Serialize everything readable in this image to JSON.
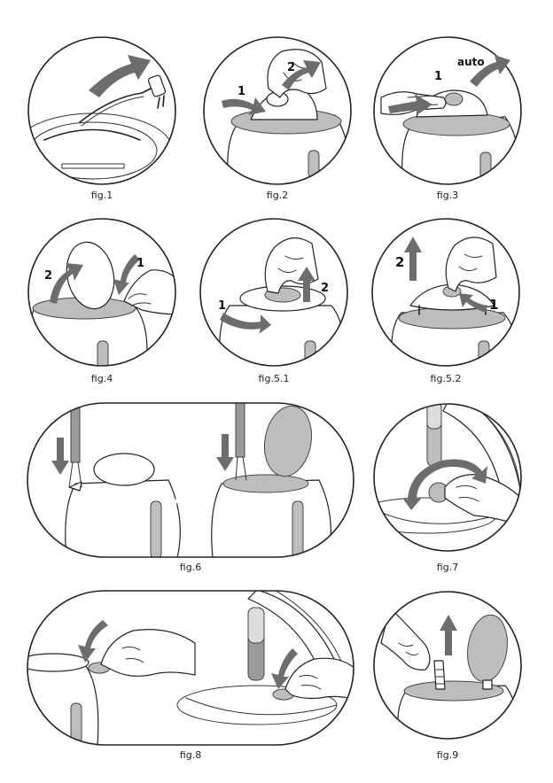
{
  "figures": [
    {
      "id": "fig1",
      "caption": "fig.1",
      "labels": []
    },
    {
      "id": "fig2",
      "caption": "fig.2",
      "labels": [
        "1",
        "2"
      ]
    },
    {
      "id": "fig3",
      "caption": "fig.3",
      "labels": [
        "1",
        "auto"
      ]
    },
    {
      "id": "fig4",
      "caption": "fig.4",
      "labels": [
        "1",
        "2"
      ]
    },
    {
      "id": "fig51",
      "caption": "fig.5.1",
      "labels": [
        "1",
        "2"
      ]
    },
    {
      "id": "fig52",
      "caption": "fig.5.2",
      "labels": [
        "1",
        "2"
      ]
    },
    {
      "id": "fig6",
      "caption": "fig.6",
      "labels": []
    },
    {
      "id": "fig7",
      "caption": "fig.7",
      "labels": []
    },
    {
      "id": "fig8",
      "caption": "fig.8",
      "labels": []
    },
    {
      "id": "fig9",
      "caption": "fig.9",
      "labels": []
    }
  ],
  "colors": {
    "outline": "#222222",
    "arrow": "#6d6d6d",
    "fill_light": "#bdbdbd",
    "fill_mid": "#9a9a9a"
  }
}
